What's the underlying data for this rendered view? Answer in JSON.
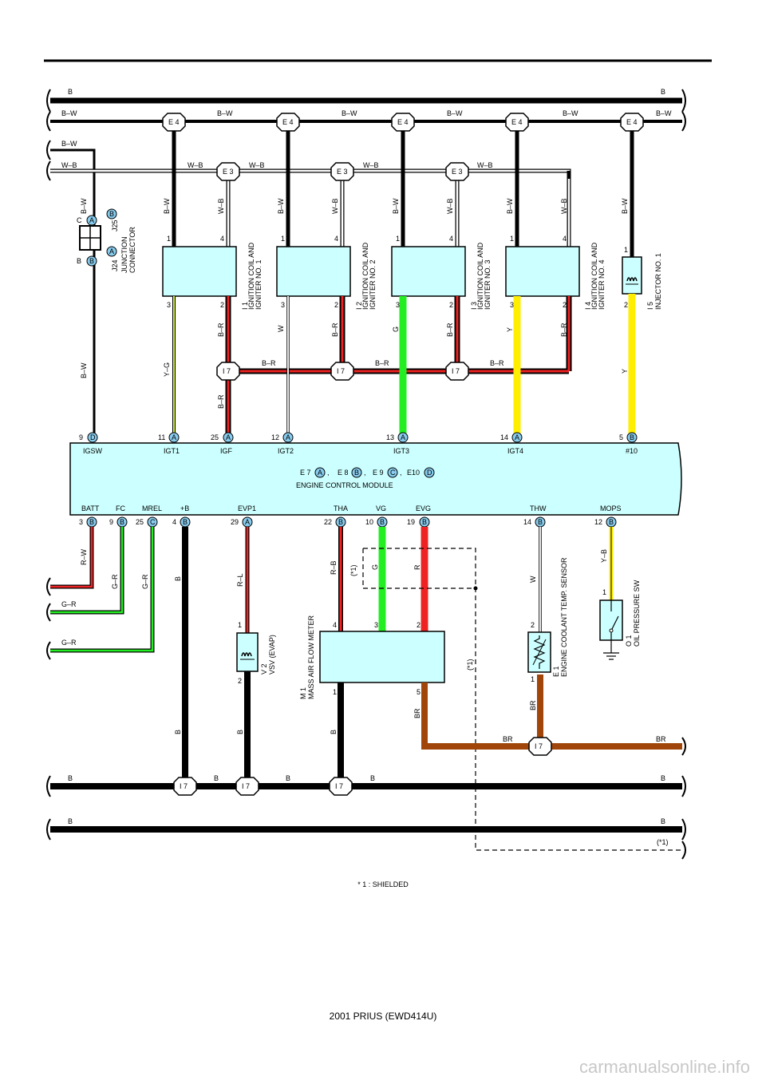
{
  "colors": {
    "black": "#000000",
    "yellow": "#ffee00",
    "green": "#22ee22",
    "red": "#ee2222",
    "white": "#ffffff",
    "brown": "#a0460a",
    "component": "#ccffff",
    "yellow_green": "#bbee44",
    "light_blue": "#88ccee"
  },
  "wires": {
    "B": "B",
    "BW": "B–W",
    "WB": "W–B",
    "YG": "Y–G",
    "BR": "B–R",
    "W": "W",
    "G": "G",
    "Y": "Y",
    "RW": "R–W",
    "GR": "G–R",
    "RL": "R–L",
    "RB": "R–B",
    "R": "R",
    "BRN": "BR",
    "YB": "Y–B"
  },
  "splices": {
    "E4": "E 4",
    "E3": "E 3",
    "I7": "I 7"
  },
  "pins": {
    "p1": "1",
    "p2": "2",
    "p3": "3",
    "p4": "4",
    "p5": "5",
    "p9": "9",
    "p10": "10",
    "p11": "11",
    "p12": "12",
    "p13": "13",
    "p14": "14",
    "p19": "19",
    "p22": "22",
    "p25": "25",
    "p29": "29"
  },
  "conn_letters": {
    "A": "A",
    "B": "B",
    "C": "C",
    "D": "D"
  },
  "junction": {
    "j24": "J24",
    "j25": "J25",
    "name": "JUNCTION",
    "name2": "CONNECTOR",
    "pinC": "C",
    "pinB": "B"
  },
  "components": {
    "i1_id": "I 1",
    "i1_n1": "IGNITION COIL AND",
    "i1_n2": "IGNITER NO. 1",
    "i2_id": "I 2",
    "i2_n1": "IGNITION COIL AND",
    "i2_n2": "IGNITER NO. 2",
    "i3_id": "I 3",
    "i3_n1": "IGNITION COIL AND",
    "i3_n2": "IGNITER NO. 3",
    "i4_id": "I 4",
    "i4_n1": "IGNITION COIL AND",
    "i4_n2": "IGNITER NO. 4",
    "i5_id": "I 5",
    "i5_n": "INJECTOR NO. 1",
    "v2_id": "V 2",
    "v2_n": "VSV (EVAP)",
    "m1_id": "M 1",
    "m1_n": "MASS AIR FLOW METER",
    "e1_id": "E 1",
    "e1_n": "ENGINE COOLANT TEMP.  SENSOR",
    "o1_id": "O 1",
    "o1_n": "OIL PRESSURE SW"
  },
  "ecm": {
    "top_terms": [
      "IGSW",
      "IGT1",
      "IGF",
      "IGT2",
      "IGT3",
      "IGT4",
      "#10"
    ],
    "bottom_terms": [
      "BATT",
      "FC",
      "MREL",
      "+B",
      "EVP1",
      "THA",
      "VG",
      "EVG",
      "THW",
      "MOPS"
    ],
    "connectors_e7": "E 7",
    "connectors_e8": "E 8",
    "connectors_e9": "E 9",
    "connectors_e10": "E10",
    "sep": ",",
    "title": "ENGINE CONTROL MODULE"
  },
  "shield_mark": "(*1)",
  "footnote": "*  1 : SHIELDED",
  "footer": "2001 PRIUS (EWD414U)",
  "watermark": "carmanualsonline.info"
}
